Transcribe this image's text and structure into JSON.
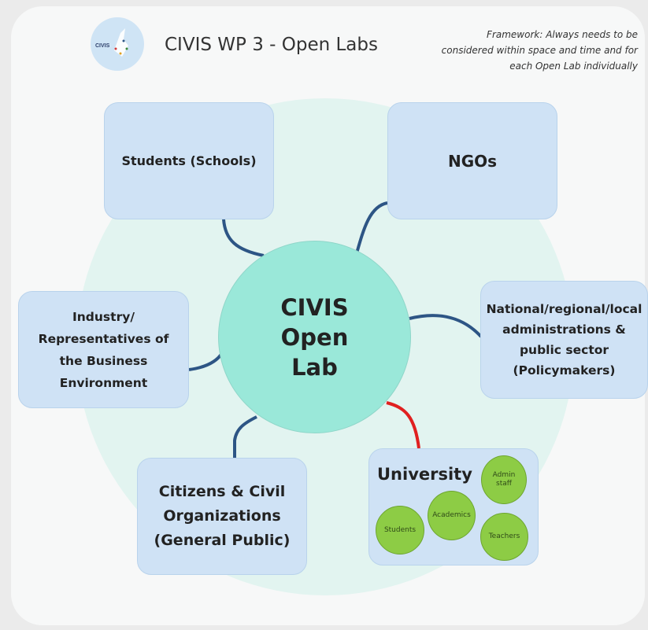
{
  "header": {
    "title": "CIVIS WP 3 - Open Labs",
    "logo_text": "CIVIS",
    "framework_note": "Framework: Always needs to be considered within space and time and for each Open Lab individually"
  },
  "center": {
    "label": "CIVIS\nOpen\nLab"
  },
  "stakeholders": {
    "students": "Students (Schools)",
    "ngos": "NGOs",
    "industry": "Industry/ Representatives of the Business Environment",
    "administrations": "National/regional/local administrations & public sector (Policymakers)",
    "citizens": "Citizens & Civil Organizations (General Public)",
    "university": "University"
  },
  "university_members": {
    "admin": "Admin staff",
    "academics": "Academics",
    "students": "Students",
    "teachers": "Teachers"
  },
  "colors": {
    "connector": "#2d5585",
    "university_connector": "#e02020",
    "box": "#cfe2f5",
    "center": "#9ae8d9",
    "outer_circle": "#e2f4f0",
    "member_circle": "#8dcc45"
  }
}
